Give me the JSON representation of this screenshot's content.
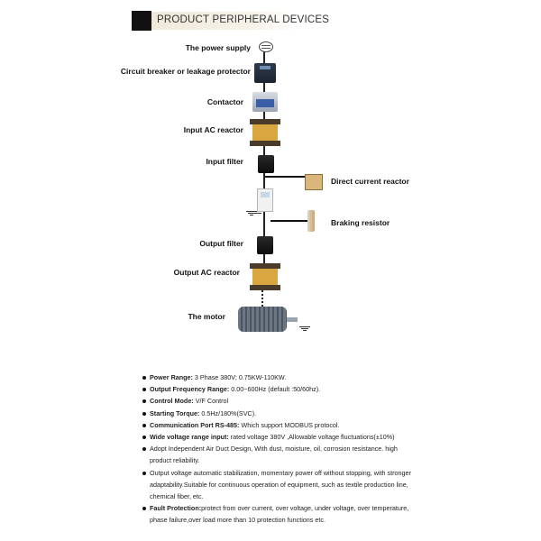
{
  "header": {
    "title": "PRODUCT PERIPHERAL DEVICES"
  },
  "diagram": {
    "labels": {
      "power_supply": "The power supply",
      "breaker": "Circuit breaker or leakage protector",
      "contactor": "Contactor",
      "input_ac_reactor": "Input AC reactor",
      "input_filter": "Input filter",
      "dc_reactor": "Direct current reactor",
      "braking_resistor": "Braking resistor",
      "output_filter": "Output filter",
      "output_ac_reactor": "Output AC reactor",
      "motor": "The motor"
    },
    "icons": [
      "plug-icon",
      "breaker-icon",
      "contactor-icon",
      "reactor-icon",
      "filter-icon",
      "inverter-icon",
      "resistor-icon",
      "motor-icon",
      "ground-icon"
    ]
  },
  "specs": [
    {
      "label": "Power Range:",
      "text": " 3 Phase 380V; 0.75KW-110KW."
    },
    {
      "label": "Output Frequency Range:",
      "text": " 0.00~600Hz (default :50/60hz)."
    },
    {
      "label": "Control Mode:",
      "text": " V/F Control"
    },
    {
      "label": "Starting Torque:",
      "text": " 0.5Hz/180%(SVC)."
    },
    {
      "label": "Communication Port RS-485:",
      "text": " Which support MODBUS protocol."
    },
    {
      "label": "Wide voltage range input:",
      "text": " rated voltage 380V ,Allowable voltage fluctuations(±10%)"
    },
    {
      "label": "",
      "text": "Adopt Independent Air Duct Design,  With dust, moisture, oil, corrosion resistance. high product reliability."
    },
    {
      "label": "",
      "text": "Output voltage automatic stabilization, momentary power off without stopping, with stronger adaptability.Suitable for continuous operation of equipment, such as textile production line, chemical fiber, etc."
    },
    {
      "label": "Fault Protection:",
      "text": "protect from over current, over voltage, under voltage, over temperature, phase failure,over load more than 10 protection functions etc."
    }
  ]
}
